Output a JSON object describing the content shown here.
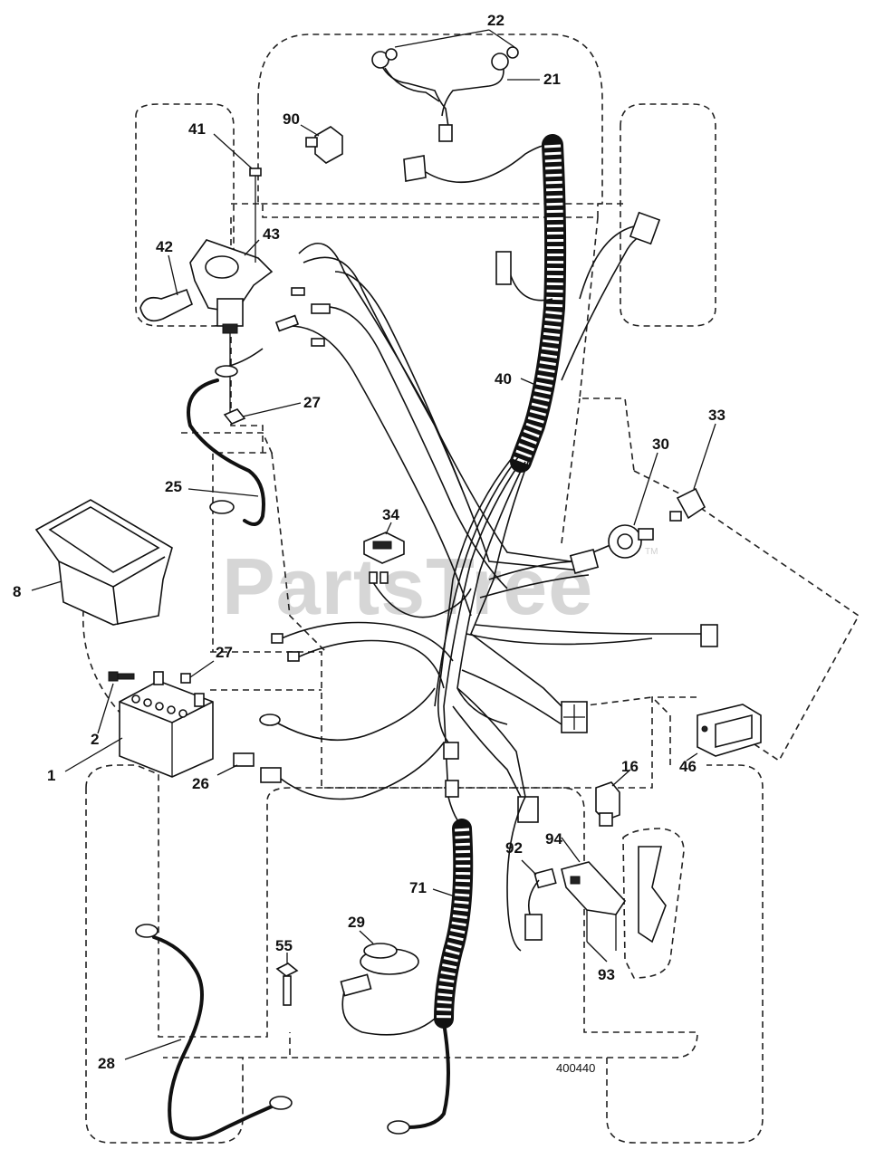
{
  "watermark": {
    "text": "PartsTree",
    "tm": "TM"
  },
  "drawing_number": "400440",
  "callouts": [
    {
      "id": "c1",
      "text": "1"
    },
    {
      "id": "c2",
      "text": "2"
    },
    {
      "id": "c8",
      "text": "8"
    },
    {
      "id": "c16",
      "text": "16"
    },
    {
      "id": "c21",
      "text": "21"
    },
    {
      "id": "c22",
      "text": "22"
    },
    {
      "id": "c25",
      "text": "25"
    },
    {
      "id": "c26",
      "text": "26"
    },
    {
      "id": "c27a",
      "text": "27"
    },
    {
      "id": "c27b",
      "text": "27"
    },
    {
      "id": "c28",
      "text": "28"
    },
    {
      "id": "c29",
      "text": "29"
    },
    {
      "id": "c30",
      "text": "30"
    },
    {
      "id": "c33",
      "text": "33"
    },
    {
      "id": "c34",
      "text": "34"
    },
    {
      "id": "c40",
      "text": "40"
    },
    {
      "id": "c41",
      "text": "41"
    },
    {
      "id": "c42",
      "text": "42"
    },
    {
      "id": "c43",
      "text": "43"
    },
    {
      "id": "c46",
      "text": "46"
    },
    {
      "id": "c55",
      "text": "55"
    },
    {
      "id": "c71",
      "text": "71"
    },
    {
      "id": "c90",
      "text": "90"
    },
    {
      "id": "c92",
      "text": "92"
    },
    {
      "id": "c93",
      "text": "93"
    },
    {
      "id": "c94",
      "text": "94"
    }
  ]
}
